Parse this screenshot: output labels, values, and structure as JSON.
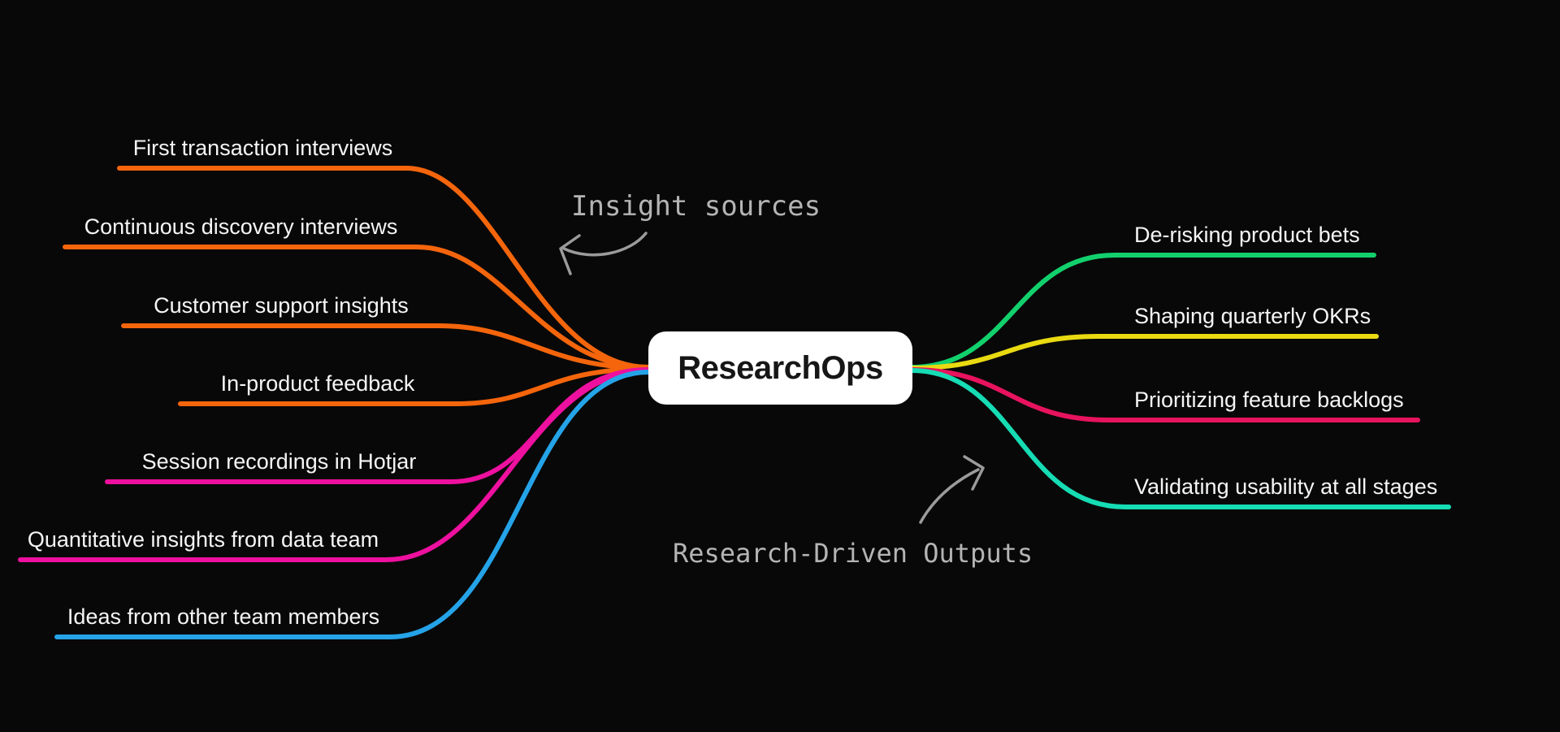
{
  "canvas": {
    "background": "#080808"
  },
  "center_node": {
    "label": "ResearchOps",
    "background": "#ffffff",
    "text_color": "#161616"
  },
  "annotations": {
    "insight_sources": {
      "text": "Insight sources",
      "text_color": "#b4b4b4",
      "arrow_color": "#9b9b9b"
    },
    "research_driven_outputs": {
      "text": "Research-Driven Outputs",
      "text_color": "#b4b4b4",
      "arrow_color": "#9b9b9b"
    }
  },
  "left_branches": [
    {
      "label": "First transaction interviews",
      "color": "#f4650c"
    },
    {
      "label": "Continuous discovery interviews",
      "color": "#f4650c"
    },
    {
      "label": "Customer support insights",
      "color": "#f4650c"
    },
    {
      "label": "In-product feedback",
      "color": "#f4650c"
    },
    {
      "label": "Session recordings in Hotjar",
      "color": "#ee109f"
    },
    {
      "label": "Quantitative insights from data team",
      "color": "#ee109f"
    },
    {
      "label": "Ideas from other team members",
      "color": "#25a3e8"
    }
  ],
  "right_branches": [
    {
      "label": "De-risking product bets",
      "color": "#12d16d"
    },
    {
      "label": "Shaping quarterly OKRs",
      "color": "#e9da11"
    },
    {
      "label": "Prioritizing feature backlogs",
      "color": "#e8135e"
    },
    {
      "label": "Validating usability at all stages",
      "color": "#16dcb4"
    }
  ]
}
